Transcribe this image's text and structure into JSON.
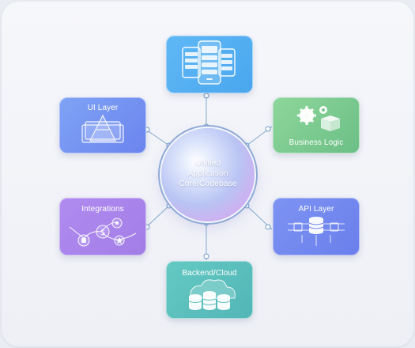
{
  "hub": {
    "line1": "Unified",
    "line2": "Application",
    "line3": "Core/Codebase"
  },
  "cards": {
    "mobile": {
      "title": "",
      "icon": "mobile-devices-icon"
    },
    "ui_layer": {
      "title": "UI Layer",
      "icon": "layers-triangle-icon"
    },
    "business_logic": {
      "title": "Business Logic",
      "icon": "gears-box-icon"
    },
    "integrations": {
      "title": "Integrations",
      "icon": "integrations-network-icon"
    },
    "api_layer": {
      "title": "API Layer",
      "icon": "api-database-icon"
    },
    "backend_cloud": {
      "title": "Backend/Cloud",
      "icon": "cloud-database-icon"
    }
  },
  "colors": {
    "connector": "#5f92c4",
    "mobile": "#4aa6ee",
    "ui_layer": "#6b84ee",
    "business_logic": "#6bbf86",
    "integrations": "#a17de6",
    "api_layer": "#6a7feb",
    "backend_cloud": "#52b6b7"
  }
}
